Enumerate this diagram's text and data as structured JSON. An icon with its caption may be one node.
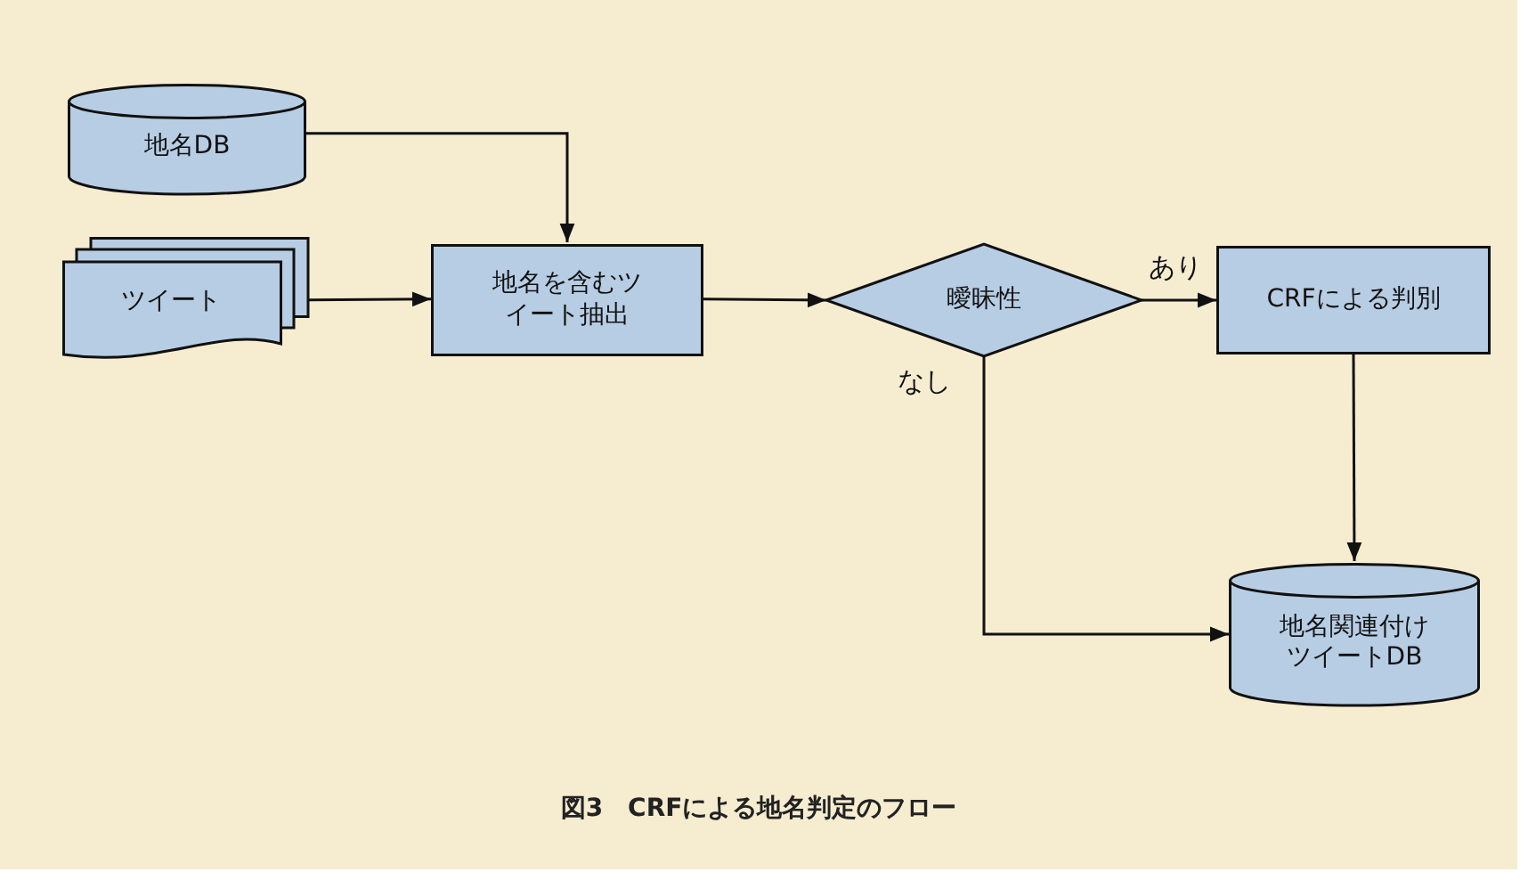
{
  "diagram": {
    "caption": "図3　CRFによる地名判定のフロー",
    "nodes": [
      {
        "text": [
          "地名DB"
        ]
      },
      {
        "text": [
          "ツイート"
        ]
      },
      {
        "text": [
          "地名を含むツイート抽出"
        ]
      },
      {
        "text": [
          "曖昧性"
        ]
      },
      {
        "text": [
          "CRFによる判別"
        ]
      },
      {
        "text": [
          "地名関連付けツイートDB"
        ]
      }
    ],
    "edges": [
      {
        "from": 0,
        "to": 2,
        "arrow": "to"
      },
      {
        "from": 1,
        "to": 2,
        "arrow": "to"
      },
      {
        "from": 2,
        "to": 3,
        "arrow": "to"
      },
      {
        "from": 3,
        "to": 4,
        "arrow": "to",
        "label": "あり"
      },
      {
        "from": 3,
        "to": 5,
        "arrow": "to",
        "label": "なし"
      },
      {
        "from": 4,
        "to": 5,
        "arrow": "to"
      }
    ]
  }
}
